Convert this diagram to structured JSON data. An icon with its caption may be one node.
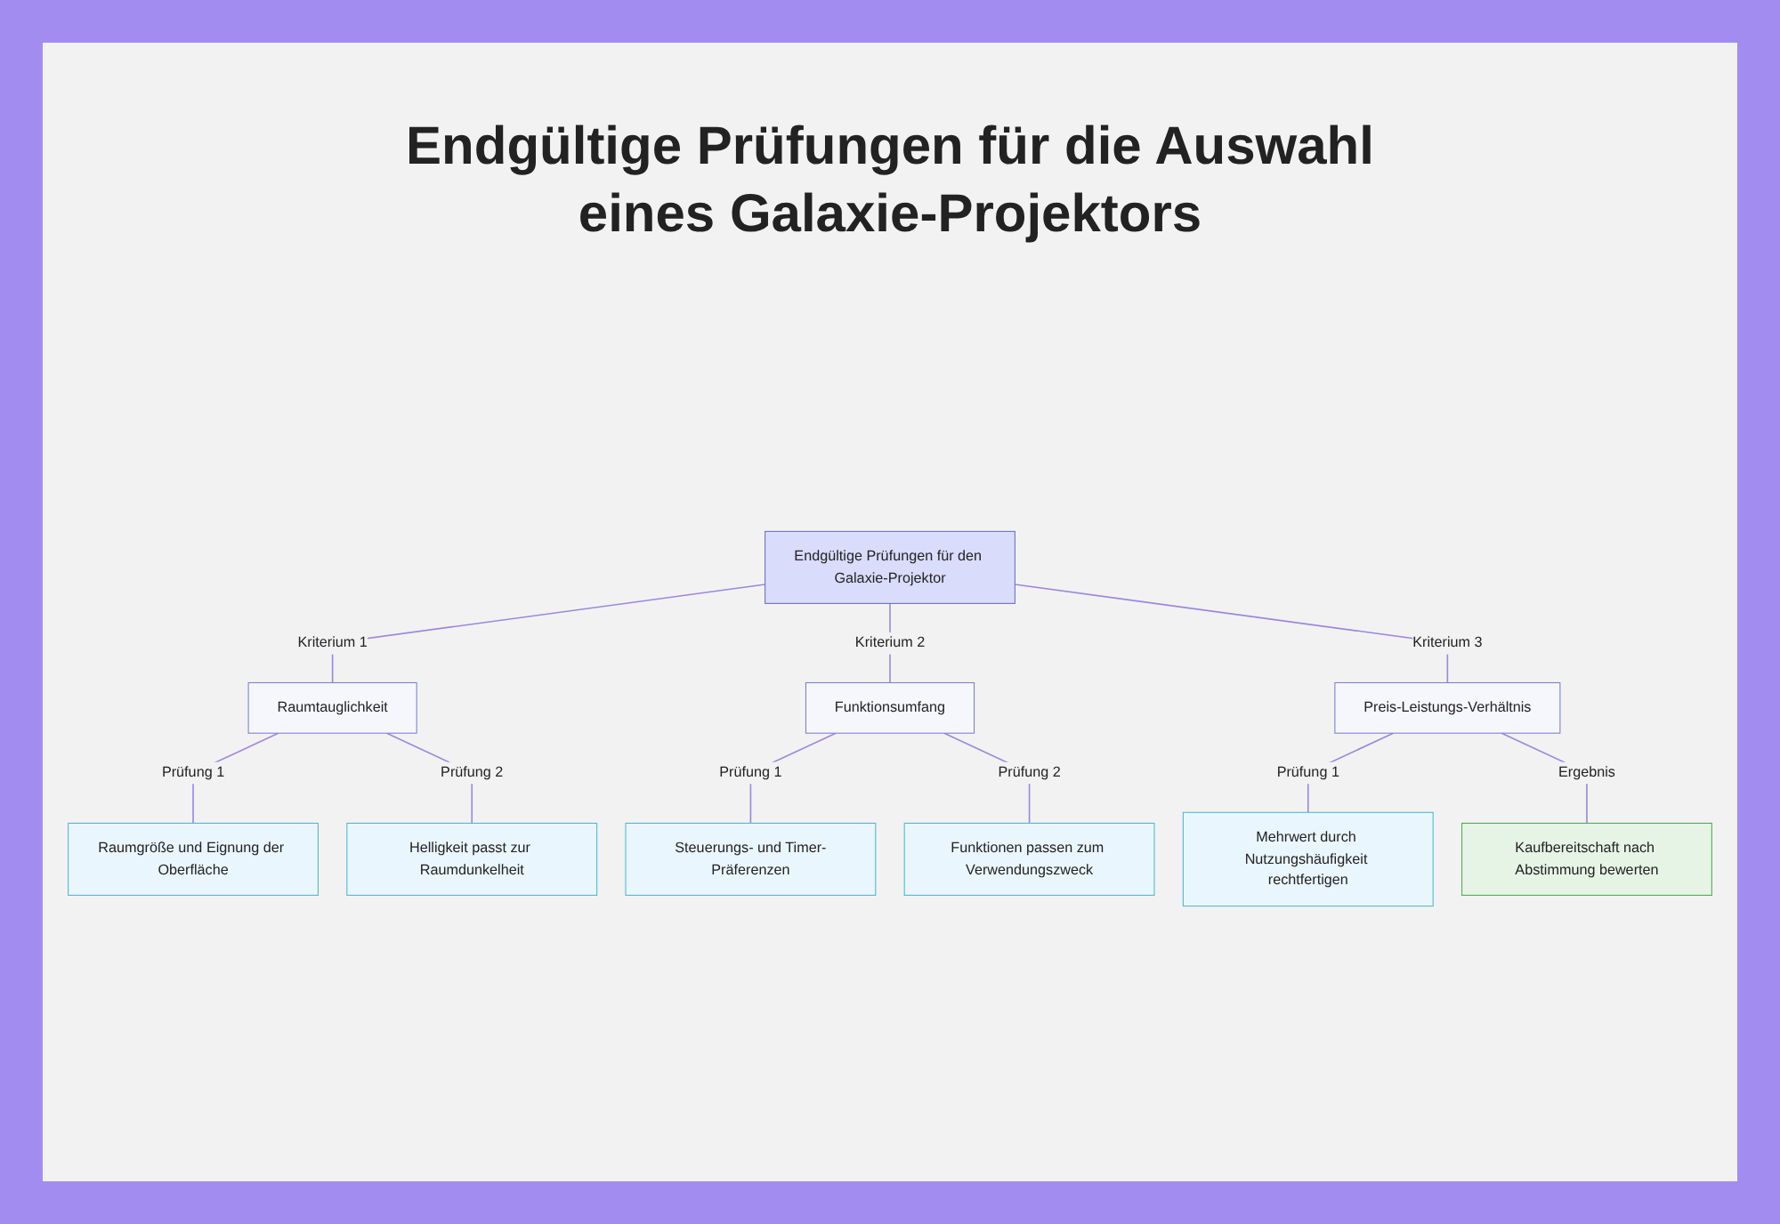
{
  "diagram": {
    "title": "Endgültige Prüfungen für die Auswahl eines Galaxie-Projektors",
    "nodes": [
      {
        "text": [
          "Endgültige Prüfungen für den Galaxie-Projektor"
        ]
      },
      {
        "text": [
          "Raumtauglichkeit"
        ]
      },
      {
        "text": [
          "Funktionsumfang"
        ]
      },
      {
        "text": [
          "Preis-Leistungs-Verhältnis"
        ]
      },
      {
        "text": [
          "Raumgröße und Eignung der Oberfläche"
        ]
      },
      {
        "text": [
          "Helligkeit passt zur Raumdunkelheit"
        ]
      },
      {
        "text": [
          "Steuerungs- und Timer-Präferenzen"
        ]
      },
      {
        "text": [
          "Funktionen passen zum Verwendungszweck"
        ]
      },
      {
        "text": [
          "Mehrwert durch Nutzungshäufigkeit rechtfertigen"
        ]
      },
      {
        "text": [
          "Kaufbereitschaft nach Abstimmung bewerten"
        ]
      }
    ],
    "edges": [
      {
        "from": 0,
        "to": 1,
        "arrow": "none",
        "label": "Kriterium 1"
      },
      {
        "from": 0,
        "to": 2,
        "arrow": "none",
        "label": "Kriterium 2"
      },
      {
        "from": 0,
        "to": 3,
        "arrow": "none",
        "label": "Kriterium 3"
      },
      {
        "from": 1,
        "to": 4,
        "arrow": "none",
        "label": "Prüfung 1"
      },
      {
        "from": 1,
        "to": 5,
        "arrow": "none",
        "label": "Prüfung 2"
      },
      {
        "from": 2,
        "to": 6,
        "arrow": "none",
        "label": "Prüfung 1"
      },
      {
        "from": 2,
        "to": 7,
        "arrow": "none",
        "label": "Prüfung 2"
      },
      {
        "from": 3,
        "to": 8,
        "arrow": "none",
        "label": "Prüfung 1"
      },
      {
        "from": 3,
        "to": 9,
        "arrow": "none",
        "label": "Ergebnis"
      }
    ]
  }
}
